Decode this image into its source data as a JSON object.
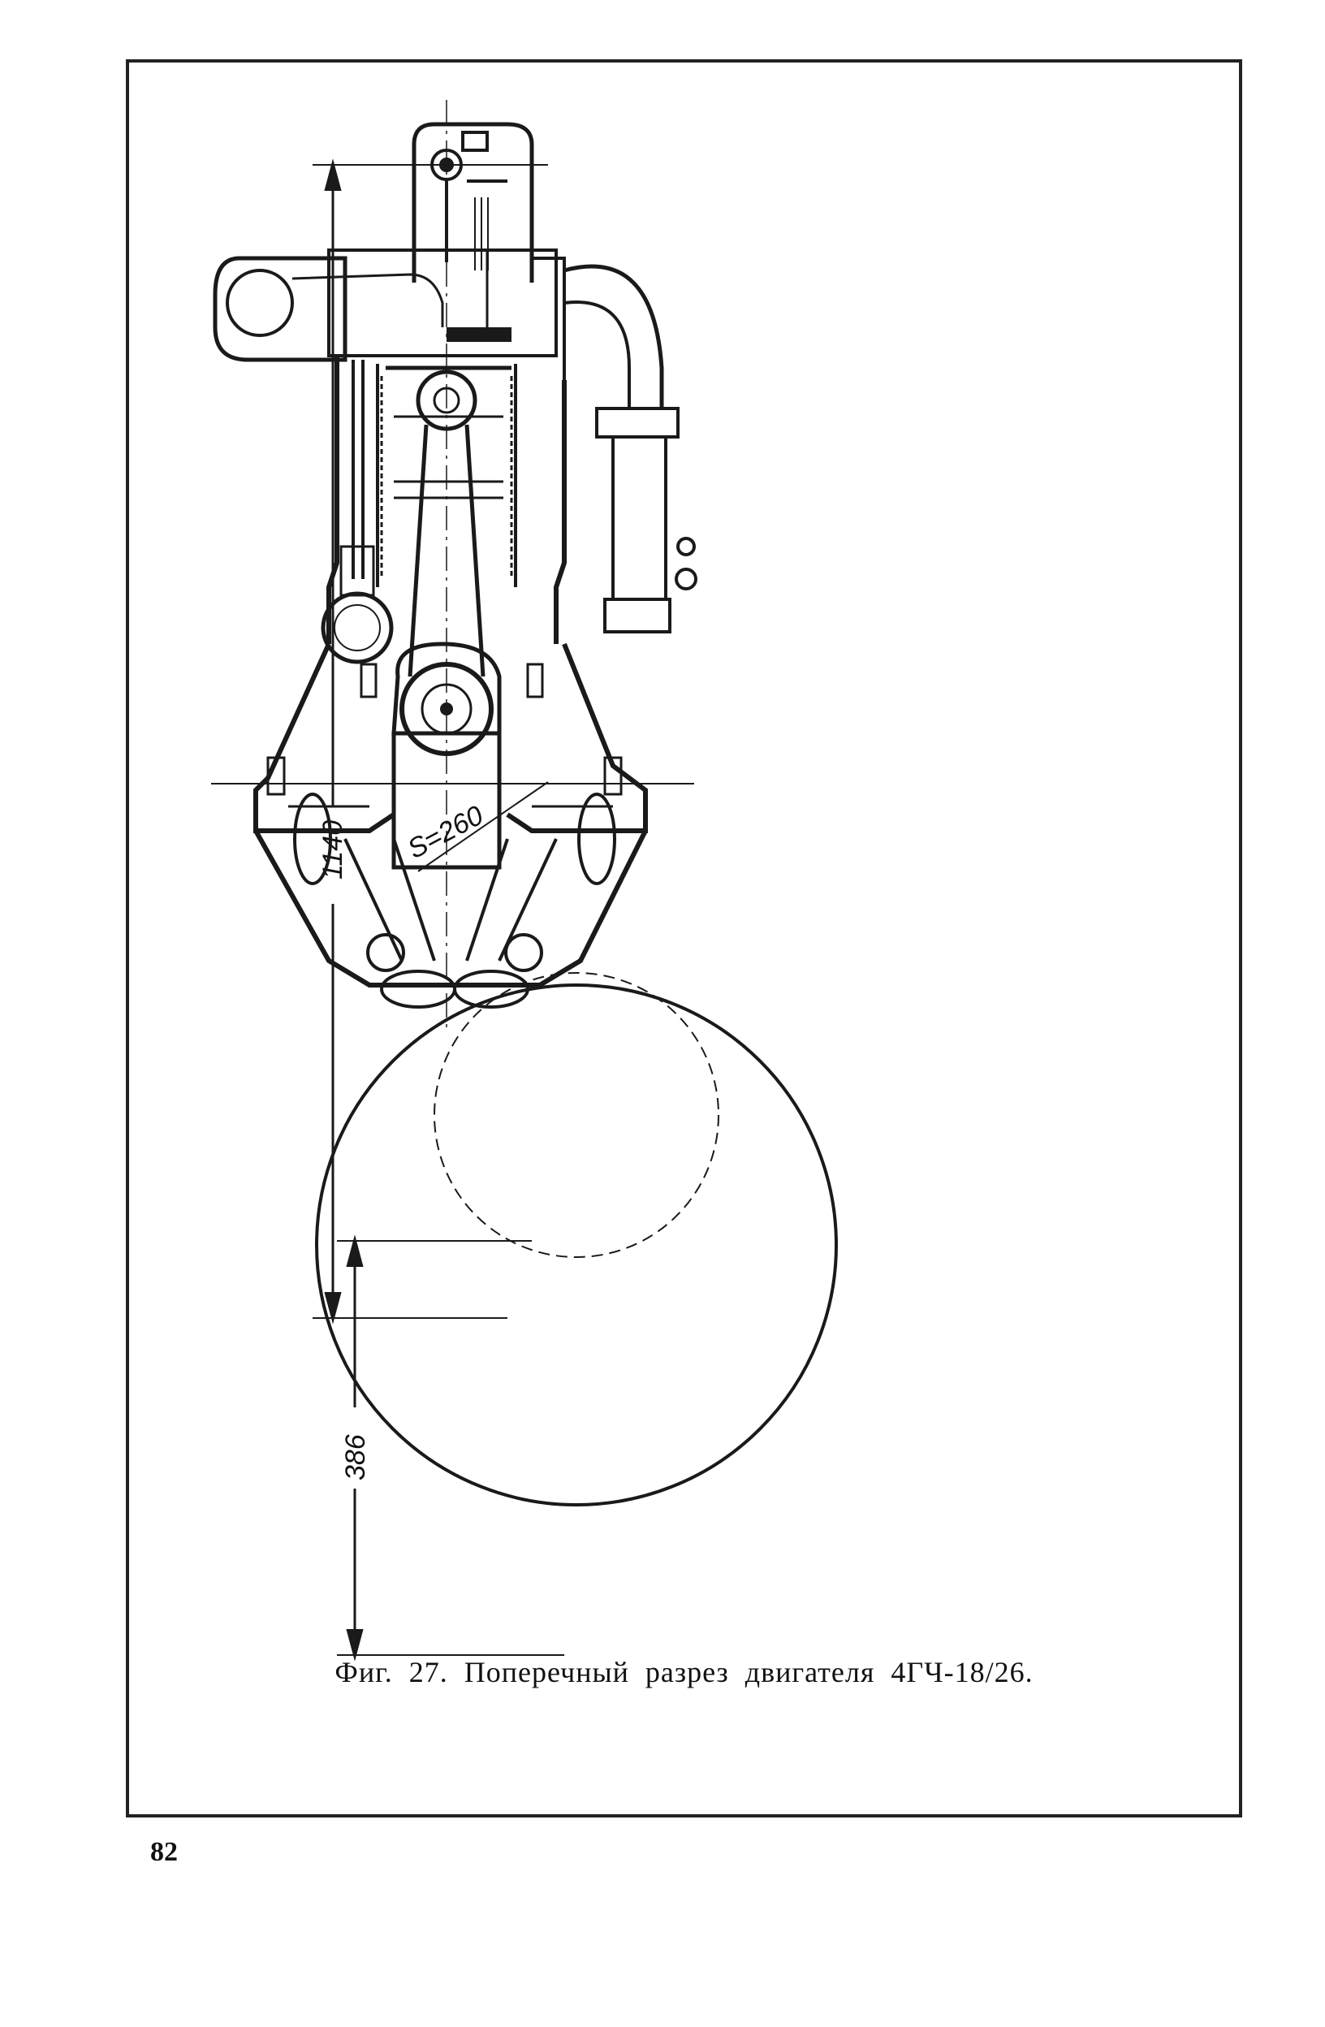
{
  "figure": {
    "caption": "Фиг. 27. Поперечный разрез двигателя 4ГЧ-18/26.",
    "dimensions": {
      "overall_height": "1140",
      "lower_height": "386",
      "stroke": "S=260"
    }
  },
  "page": {
    "number": "82"
  }
}
